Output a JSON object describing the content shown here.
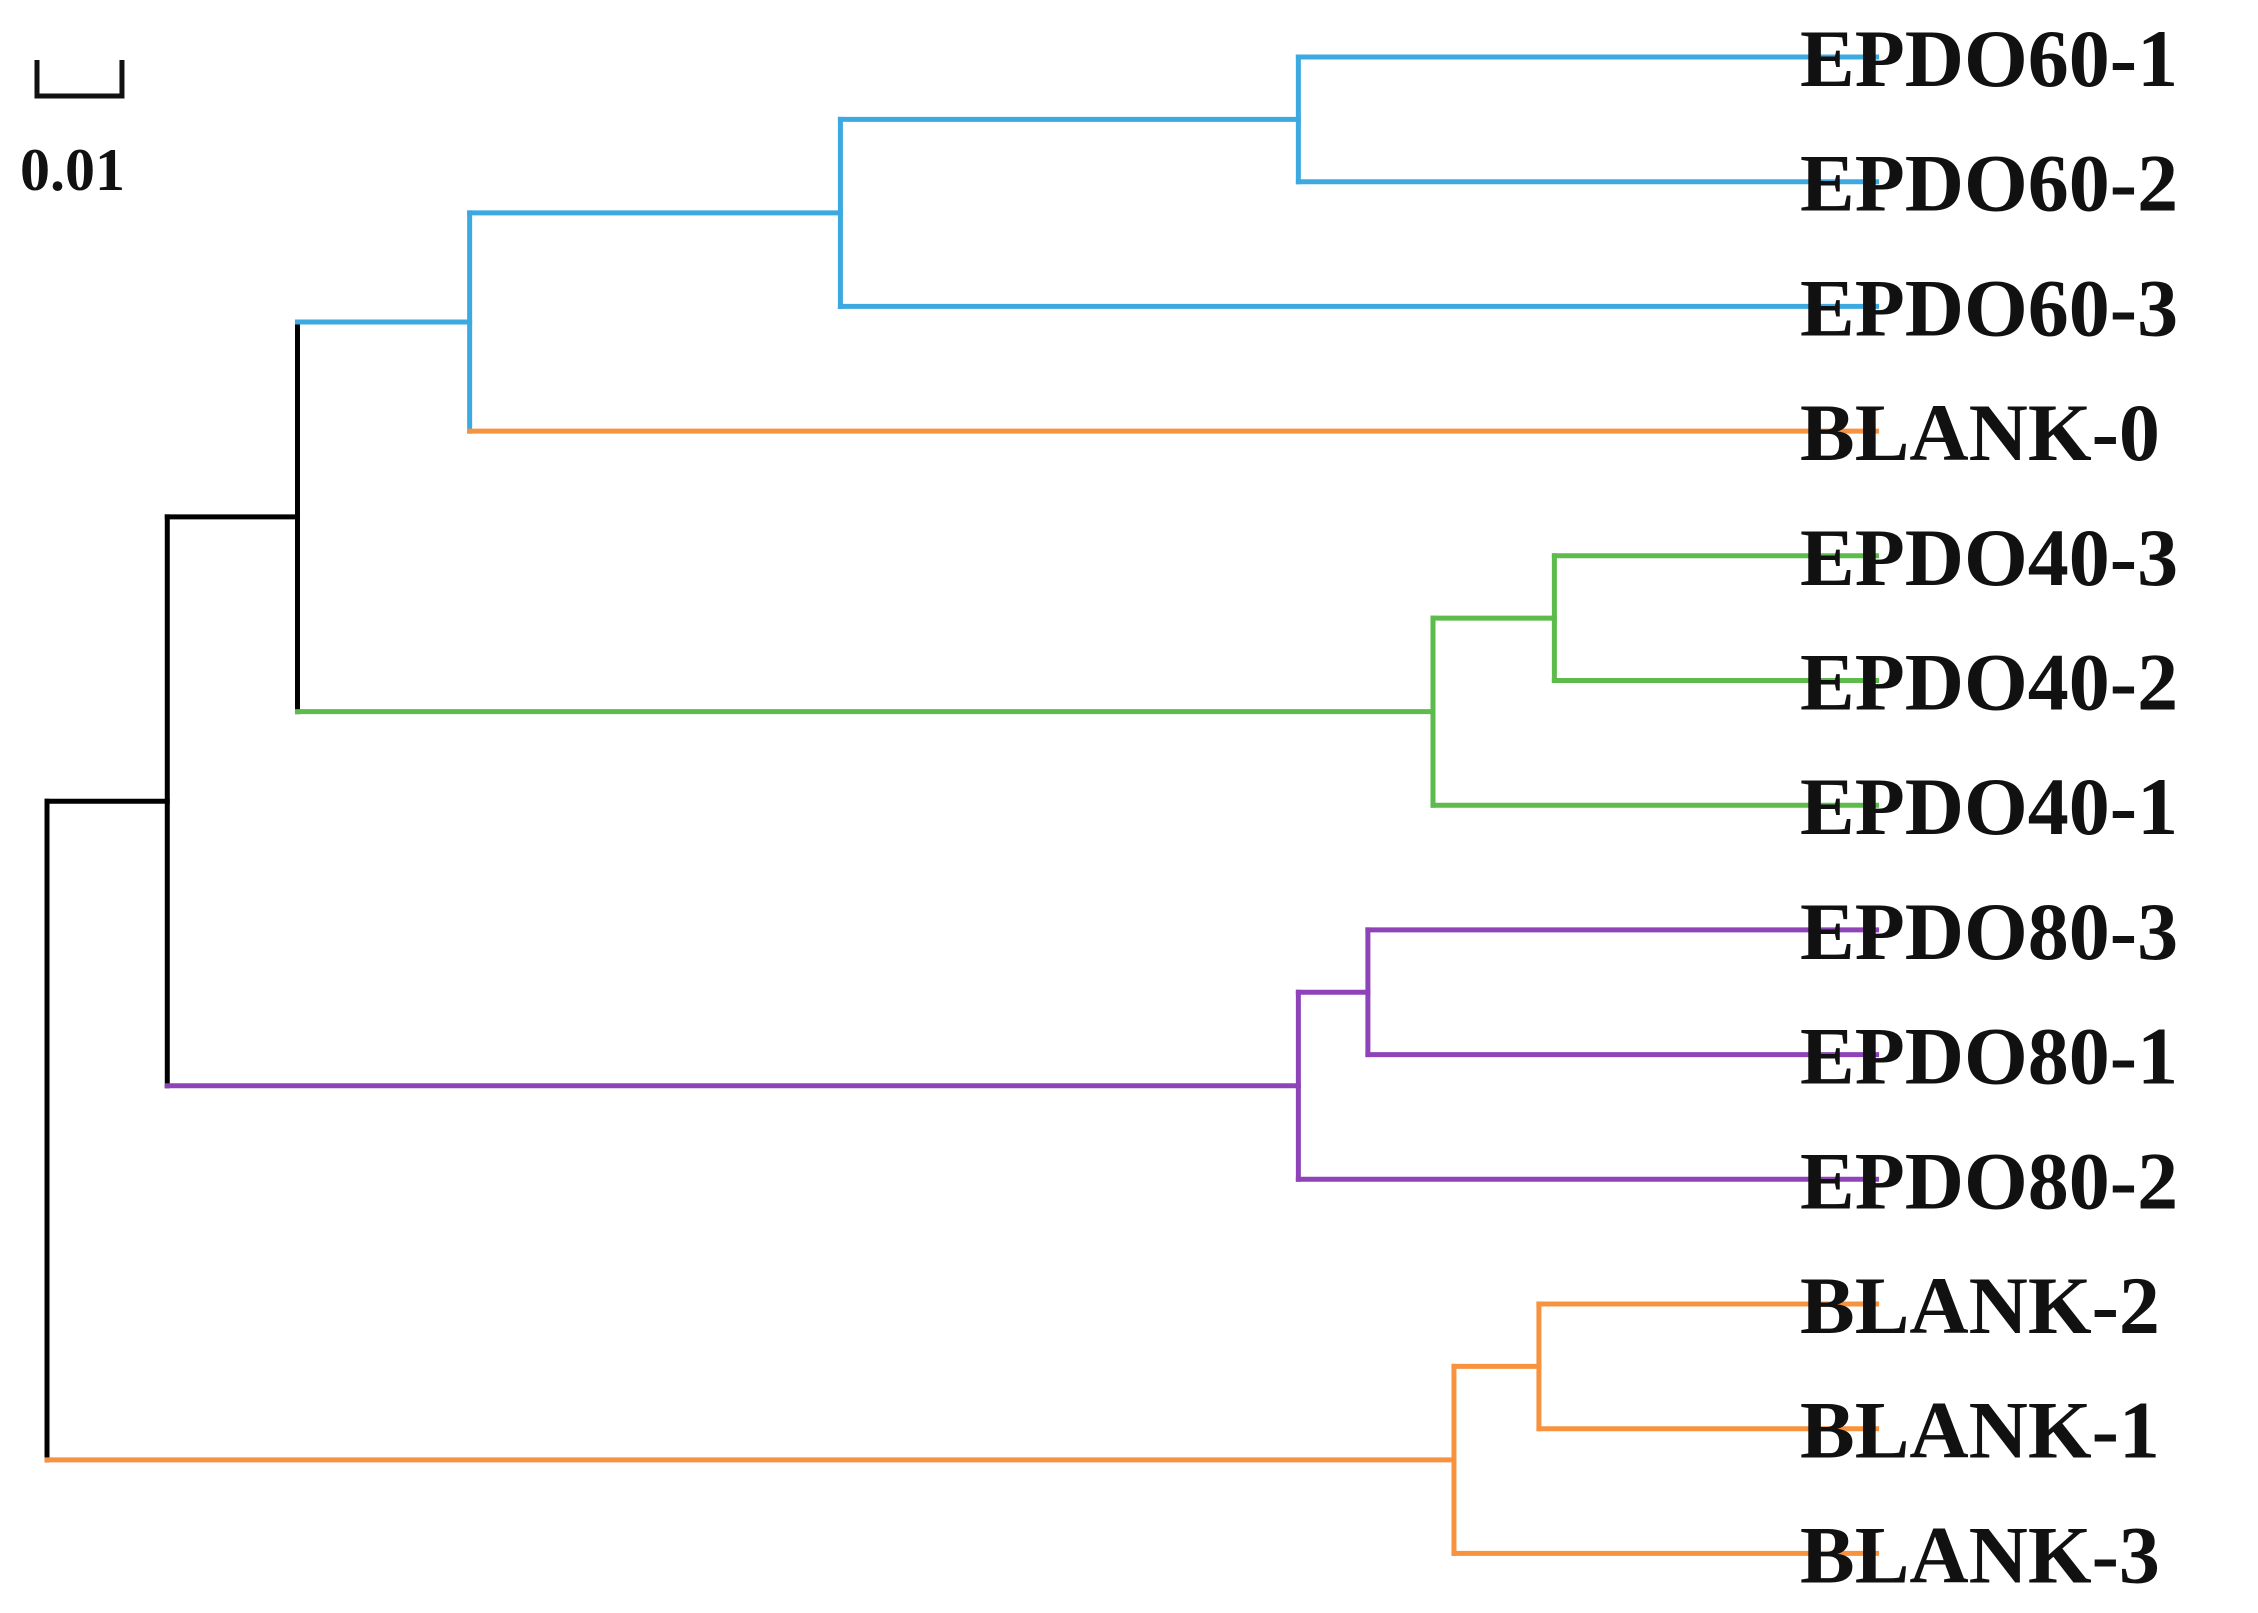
{
  "scale_bar": {
    "label": "0.01",
    "length": 0.01
  },
  "colors": {
    "root": "#000000",
    "epdo60": "#3DA9E1",
    "blank": "#F7933F",
    "epdo40": "#5DBB4C",
    "epdo80": "#8E44B8"
  },
  "leaves": [
    {
      "id": "EPDO60-1",
      "label": "EPDO60-1"
    },
    {
      "id": "EPDO60-2",
      "label": "EPDO60-2"
    },
    {
      "id": "EPDO60-3",
      "label": "EPDO60-3"
    },
    {
      "id": "BLANK-0",
      "label": "BLANK-0"
    },
    {
      "id": "EPDO40-3",
      "label": "EPDO40-3"
    },
    {
      "id": "EPDO40-2",
      "label": "EPDO40-2"
    },
    {
      "id": "EPDO40-1",
      "label": "EPDO40-1"
    },
    {
      "id": "EPDO80-3",
      "label": "EPDO80-3"
    },
    {
      "id": "EPDO80-1",
      "label": "EPDO80-1"
    },
    {
      "id": "EPDO80-2",
      "label": "EPDO80-2"
    },
    {
      "id": "BLANK-2",
      "label": "BLANK-2"
    },
    {
      "id": "BLANK-1",
      "label": "BLANK-1"
    },
    {
      "id": "BLANK-3",
      "label": "BLANK-3"
    }
  ],
  "tree": {
    "id": "root",
    "height": 0.0,
    "color": "root",
    "children": [
      {
        "id": "n_main",
        "height": 0.0109,
        "color": "root",
        "children": [
          {
            "id": "n_a",
            "height": 0.0227,
            "color": "root",
            "children": [
              {
                "id": "n_b",
                "height": 0.0383,
                "color": "epdo60",
                "children": [
                  {
                    "id": "n_60",
                    "height": 0.0719,
                    "color": "epdo60",
                    "children": [
                      {
                        "id": "n_60_12",
                        "height": 0.1134,
                        "color": "epdo60",
                        "children": [
                          {
                            "leaf": "EPDO60-1",
                            "color": "epdo60"
                          },
                          {
                            "leaf": "EPDO60-2",
                            "color": "epdo60"
                          }
                        ]
                      },
                      {
                        "leaf": "EPDO60-3",
                        "color": "epdo60"
                      }
                    ]
                  },
                  {
                    "leaf": "BLANK-0",
                    "color": "blank"
                  }
                ]
              },
              {
                "id": "n_40",
                "height": 0.1256,
                "color": "epdo40",
                "children": [
                  {
                    "id": "n_40_32",
                    "height": 0.1366,
                    "color": "epdo40",
                    "children": [
                      {
                        "leaf": "EPDO40-3",
                        "color": "epdo40"
                      },
                      {
                        "leaf": "EPDO40-2",
                        "color": "epdo40"
                      }
                    ]
                  },
                  {
                    "leaf": "EPDO40-1",
                    "color": "epdo40"
                  }
                ]
              }
            ]
          },
          {
            "id": "n_80",
            "height": 0.1134,
            "color": "epdo80",
            "children": [
              {
                "id": "n_80_31",
                "height": 0.1197,
                "color": "epdo80",
                "children": [
                  {
                    "leaf": "EPDO80-3",
                    "color": "epdo80"
                  },
                  {
                    "leaf": "EPDO80-1",
                    "color": "epdo80"
                  }
                ]
              },
              {
                "leaf": "EPDO80-2",
                "color": "epdo80"
              }
            ]
          }
        ]
      },
      {
        "id": "n_blank",
        "height": 0.1275,
        "color": "blank",
        "children": [
          {
            "id": "n_blank_21",
            "height": 0.1352,
            "color": "blank",
            "children": [
              {
                "leaf": "BLANK-2",
                "color": "blank"
              },
              {
                "leaf": "BLANK-1",
                "color": "blank"
              }
            ]
          },
          {
            "leaf": "BLANK-3",
            "color": "blank"
          }
        ]
      }
    ]
  },
  "leaf_height": 0.1658
}
